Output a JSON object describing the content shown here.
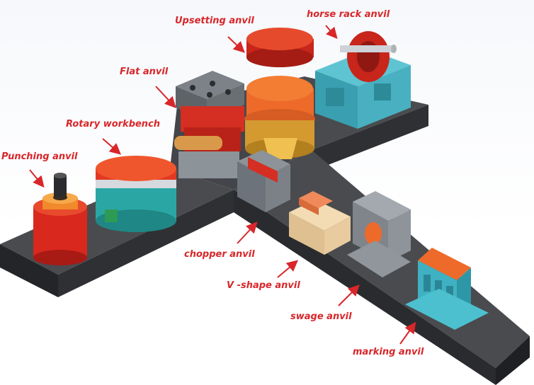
{
  "labels": {
    "upsetting": "Upsetting anvil",
    "horse_rack": "horse rack anvil",
    "flat": "Flat anvil",
    "rotary": "Rotary workbench",
    "punching": "Punching anvil",
    "chopper": "chopper anvil",
    "v_shape": "V -shape anvil",
    "swage": "swage anvil",
    "marking": "marking anvil"
  },
  "colors": {
    "label": "#d8262a",
    "base": "#3a3b3d",
    "red": "#e23a22",
    "orange": "#ee6a2a",
    "cyan": "#4bb6c6",
    "gray": "#9aa0a6",
    "gold": "#d49a30",
    "cream": "#f2d8b0"
  }
}
